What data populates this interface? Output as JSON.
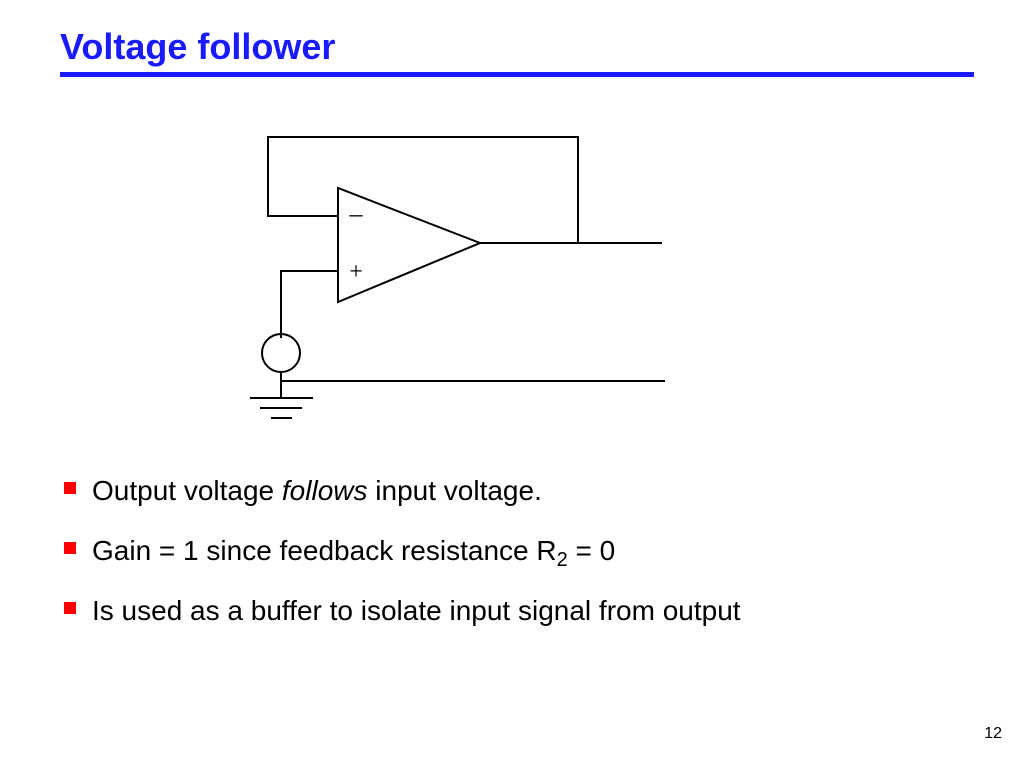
{
  "slide": {
    "title": "Voltage follower",
    "page_number": "12",
    "accent_color": "#1a1aff",
    "bullet_color": "#ff0000"
  },
  "diagram": {
    "minus_label": "–",
    "plus_label": "+"
  },
  "bullets": [
    {
      "before": "Output voltage ",
      "emphasis": "follows",
      "after": " input voltage."
    },
    {
      "before": "Gain = 1 since feedback resistance R",
      "subscript": "2",
      "after": " = 0"
    },
    {
      "text": "Is used as a buffer to isolate input signal from output"
    }
  ]
}
